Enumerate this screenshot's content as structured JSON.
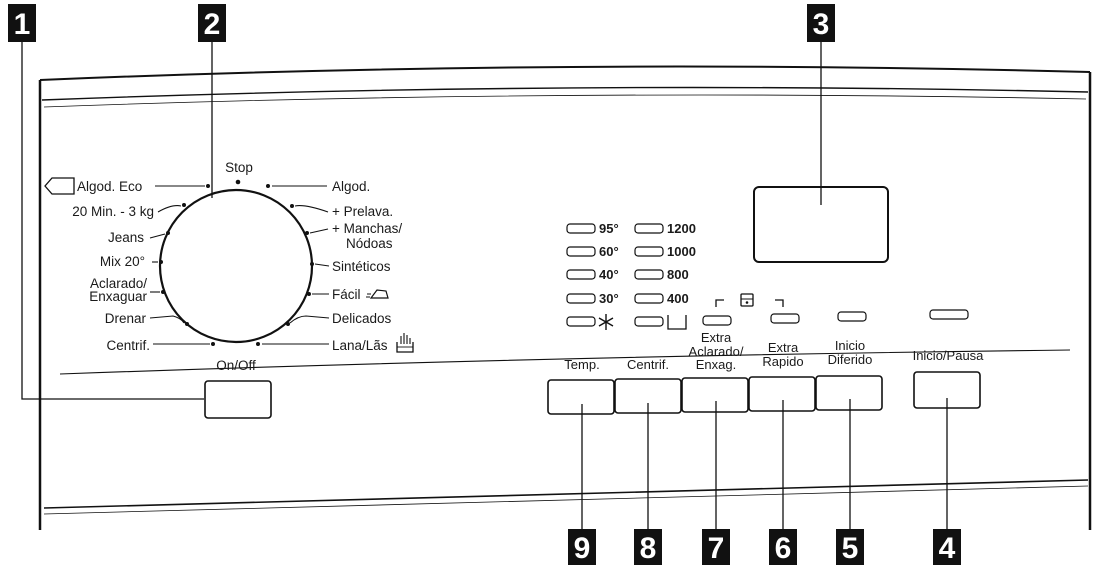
{
  "callouts": [
    "1",
    "2",
    "3",
    "4",
    "5",
    "6",
    "7",
    "8",
    "9"
  ],
  "dial": {
    "stop": "Stop",
    "left_programs": [
      "Algod. Eco",
      "20 Min. - 3 kg",
      "Jeans",
      "Mix 20°",
      "Aclarado/",
      "Enxaguar",
      "Drenar",
      "Centrif."
    ],
    "right_programs": [
      "Algod.",
      "+ Prelava.",
      "+ Manchas/",
      "Nódoas",
      "Sintéticos",
      "Fácil",
      "Delicados",
      "Lana/Lãs"
    ]
  },
  "onoff": {
    "label": "On/Off"
  },
  "temperatures": [
    "95°",
    "60°",
    "40°",
    "30°"
  ],
  "speeds": [
    "1200",
    "1000",
    "800",
    "400"
  ],
  "buttons": {
    "temp": "Temp.",
    "centrif": "Centrif.",
    "extra_aclarado": [
      "Extra",
      "Aclarado/",
      "Enxag."
    ],
    "extra_rapido": [
      "Extra",
      "Rapido"
    ],
    "inicio_diferido": [
      "Inicio",
      "Diferido"
    ],
    "inicio_pausa": "Inicio/Pausa"
  },
  "icons": {
    "eco": "eco-tag-icon",
    "cold": "asterisk-cold-icon",
    "no_spin": "no-spin-tub-icon",
    "easy_iron": "iron-icon",
    "wool": "wool-hand-icon",
    "lock": "door-lock-icon"
  }
}
